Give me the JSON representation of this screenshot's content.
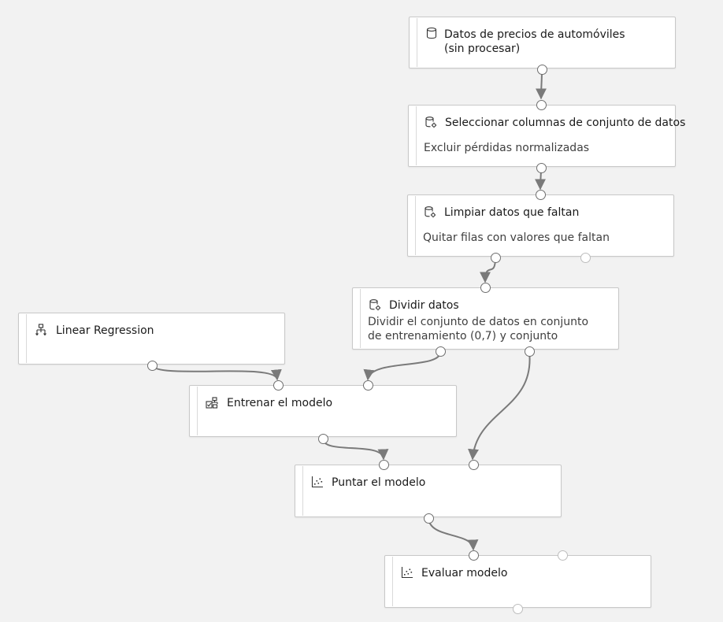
{
  "modules": {
    "raw_data": {
      "title_line1": "Datos de precios de automóviles",
      "title_line2": "(sin procesar)"
    },
    "select_columns": {
      "title": "Seleccionar columnas de conjunto de datos",
      "subtitle": "Excluir pérdidas normalizadas"
    },
    "clean_missing": {
      "title": "Limpiar datos que faltan",
      "subtitle": "Quitar filas con valores que faltan"
    },
    "split_data": {
      "title": "Dividir datos",
      "subtitle_line1": "Dividir el conjunto de datos en conjunto",
      "subtitle_line2": "de entrenamiento (0,7) y conjunto"
    },
    "linear_regression": {
      "title": "Linear Regression"
    },
    "train_model": {
      "title": "Entrenar el modelo"
    },
    "score_model": {
      "title": "Puntar el modelo"
    },
    "evaluate_model": {
      "title": "Evaluar modelo"
    }
  },
  "icons": {
    "raw_data": "dataset-icon",
    "select_columns": "dataset-settings-icon",
    "clean_missing": "dataset-settings-icon",
    "split_data": "dataset-settings-icon",
    "linear_regression": "hierarchy-icon",
    "train_model": "train-icon",
    "score_model": "scatter-chart-icon",
    "evaluate_model": "scatter-chart-icon"
  },
  "connections": [
    {
      "from": "raw_data.out",
      "to": "select_columns.in"
    },
    {
      "from": "select_columns.out",
      "to": "clean_missing.in"
    },
    {
      "from": "clean_missing.out1",
      "to": "split_data.in"
    },
    {
      "from": "linear_regression.out",
      "to": "train_model.in1"
    },
    {
      "from": "split_data.out1",
      "to": "train_model.in2"
    },
    {
      "from": "split_data.out2",
      "to": "score_model.in2"
    },
    {
      "from": "train_model.out",
      "to": "score_model.in1"
    },
    {
      "from": "score_model.out",
      "to": "evaluate_model.in1"
    }
  ],
  "colors": {
    "canvas": "#f2f2f2",
    "node_border": "#c8c8c8",
    "connector": "#7a7a7a"
  }
}
